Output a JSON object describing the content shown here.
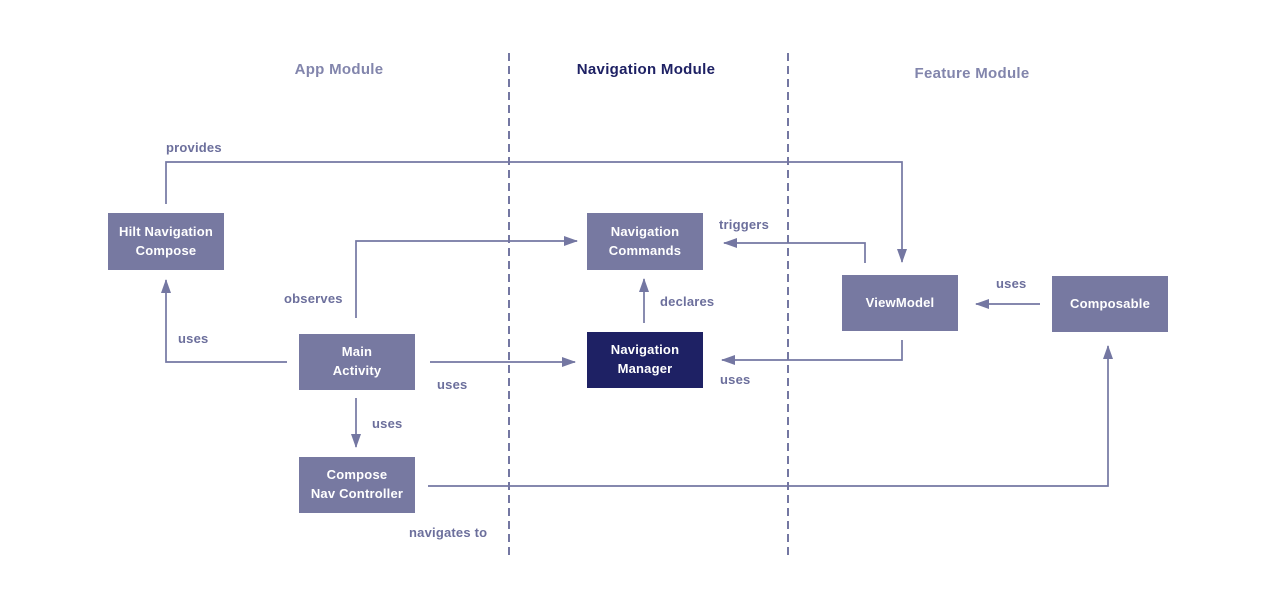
{
  "colors": {
    "node_fill": "#7779a1",
    "node_fill_dark": "#1e2164",
    "node_text": "#ffffff",
    "line": "#7477a2",
    "edge_label": "#6c6f9c",
    "module_title_muted": "#8285ac",
    "module_title_dark": "#1e2164",
    "canvas_bg": "#ffffff"
  },
  "modules": {
    "app": {
      "label": "App Module"
    },
    "navigation": {
      "label": "Navigation Module"
    },
    "feature": {
      "label": "Feature Module"
    }
  },
  "nodes": {
    "hilt_navigation_compose": {
      "label": "Hilt Navigation\nCompose",
      "module": "App Module"
    },
    "main_activity": {
      "label": "Main\nActivity",
      "module": "App Module"
    },
    "compose_nav_controller": {
      "label": "Compose\nNav Controller",
      "module": "App Module"
    },
    "navigation_commands": {
      "label": "Navigation\nCommands",
      "module": "Navigation Module"
    },
    "navigation_manager": {
      "label": "Navigation\nManager",
      "module": "Navigation Module"
    },
    "viewmodel": {
      "label": "ViewModel",
      "module": "Feature Module"
    },
    "composable": {
      "label": "Composable",
      "module": "Feature Module"
    }
  },
  "edges": {
    "provides": {
      "label": "provides",
      "from": "hilt_navigation_compose",
      "to": "viewmodel"
    },
    "uses_hilt": {
      "label": "uses",
      "from": "main_activity",
      "to": "hilt_navigation_compose"
    },
    "observes": {
      "label": "observes",
      "from": "main_activity",
      "to": "navigation_commands"
    },
    "uses_manager": {
      "label": "uses",
      "from": "main_activity",
      "to": "navigation_manager"
    },
    "uses_controller": {
      "label": "uses",
      "from": "main_activity",
      "to": "compose_nav_controller"
    },
    "declares": {
      "label": "declares",
      "from": "navigation_manager",
      "to": "navigation_commands"
    },
    "triggers": {
      "label": "triggers",
      "from": "viewmodel",
      "to": "navigation_commands"
    },
    "uses_vm_manager": {
      "label": "uses",
      "from": "viewmodel",
      "to": "navigation_manager"
    },
    "uses_composable": {
      "label": "uses",
      "from": "composable",
      "to": "viewmodel"
    },
    "navigates_to": {
      "label": "navigates to",
      "from": "compose_nav_controller",
      "to": "composable"
    }
  }
}
